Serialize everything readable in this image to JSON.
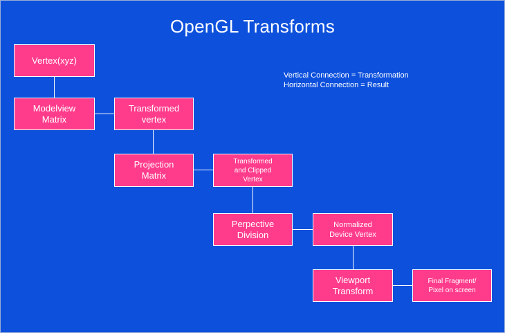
{
  "diagram": {
    "title": "OpenGL Transforms",
    "legend": {
      "vertical": "Vertical Connection = Transformation",
      "horizontal": "Horizontal Connection = Result"
    },
    "colors": {
      "background": "#0c50dc",
      "node_fill": "#ff3c8c",
      "line": "#ffffff"
    },
    "nodes": {
      "vertex_xyz": "Vertex(xyz)",
      "modelview_matrix": "Modelview\nMatrix",
      "transformed_vertex": "Transformed\nvertex",
      "projection_matrix": "Projection\nMatrix",
      "transformed_clipped_vertex": "Transformed\nand Clipped\nVertex",
      "perspective_division": "Perpective\nDivision",
      "normalized_device_vertex": "Normalized\nDevice Vertex",
      "viewport_transform": "Viewport\nTransform",
      "final_fragment": "Final Fragment/\nPixel on screen"
    }
  }
}
